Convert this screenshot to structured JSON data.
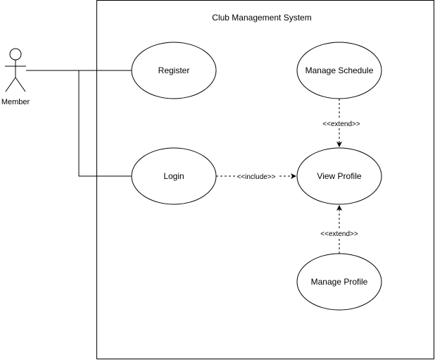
{
  "system": {
    "title": "Club Management System"
  },
  "actor": {
    "label": "Member"
  },
  "use_cases": {
    "register": "Register",
    "login": "Login",
    "manage_schedule": "Manage Schedule",
    "view_profile": "View Profile",
    "manage_profile": "Manage Profile"
  },
  "relations": {
    "include_label": "<<include>>",
    "extend_schedule_label": "<<extend>>",
    "extend_profile_label": "<<extend>>"
  }
}
